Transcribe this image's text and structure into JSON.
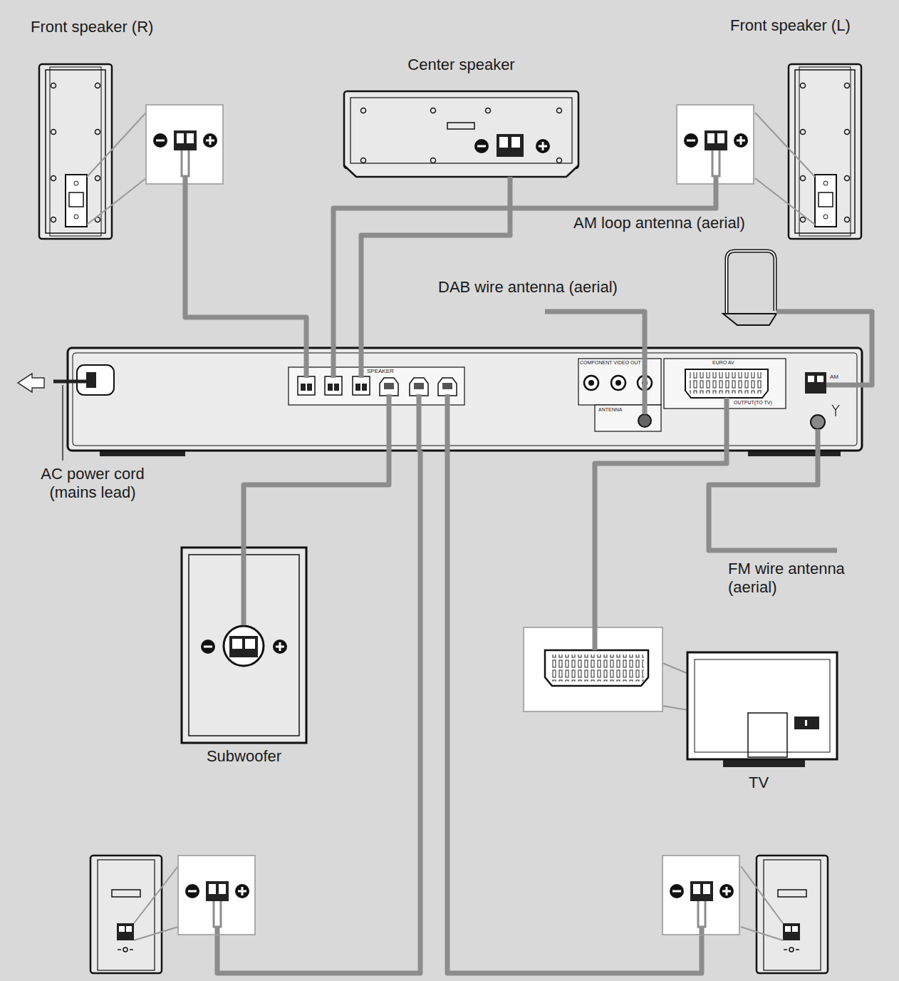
{
  "diagram": {
    "nodes": [
      {
        "text": [
          "Front speaker (R)"
        ]
      },
      {
        "text": [
          "Center speaker"
        ]
      },
      {
        "text": [
          "Front speaker (L)"
        ]
      },
      {
        "text": [
          "AM loop antenna (aerial)"
        ]
      },
      {
        "text": [
          "SPEAKER",
          "COMPONENT VIDEO OUT",
          "ANTENNA",
          "EURO AV",
          "OUTPUT(TO TV)",
          "AM"
        ]
      },
      {
        "text": [
          "Subwoofer"
        ]
      },
      {
        "text": [
          "TV"
        ]
      },
      {
        "text": []
      },
      {
        "text": []
      }
    ],
    "edges": [
      {
        "from": 0,
        "to": 4,
        "arrow": "none"
      },
      {
        "from": 1,
        "to": 4,
        "arrow": "none"
      },
      {
        "from": 2,
        "to": 4,
        "arrow": "none"
      },
      {
        "from": 3,
        "to": 4,
        "arrow": "none"
      },
      {
        "from": 5,
        "to": 4,
        "arrow": "none"
      },
      {
        "from": 4,
        "to": 6,
        "arrow": "none"
      },
      {
        "from": 7,
        "to": 4,
        "arrow": "none"
      },
      {
        "from": 8,
        "to": 4,
        "arrow": "none"
      }
    ],
    "labels": [
      "AC power cord (mains lead)",
      "DAB wire antenna (aerial)",
      "FM wire antenna (aerial)"
    ]
  }
}
